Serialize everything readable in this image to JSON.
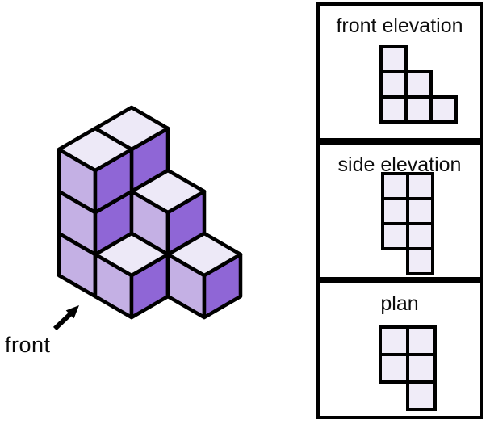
{
  "canvas": {
    "background": "#ffffff"
  },
  "isometric": {
    "label": "front",
    "cubes": [
      [
        0,
        1,
        0
      ],
      [
        0,
        1,
        1
      ],
      [
        0,
        1,
        2
      ],
      [
        0,
        0,
        0
      ],
      [
        0,
        0,
        1
      ],
      [
        0,
        0,
        2
      ],
      [
        1,
        1,
        0
      ],
      [
        1,
        1,
        1
      ],
      [
        1,
        0,
        0
      ],
      [
        2,
        1,
        0
      ]
    ],
    "colors": {
      "top": "#EDE9F7",
      "left": "#C4B0E4",
      "right": "#8F66D6",
      "stroke": "#000000"
    }
  },
  "square_fill": "#F0ECF8",
  "square_stroke": "#000000",
  "panels": [
    {
      "id": "front-elevation",
      "title": "front elevation",
      "cols": 3,
      "rows": 3,
      "cells": [
        [
          0,
          0
        ],
        [
          0,
          1
        ],
        [
          1,
          1
        ],
        [
          0,
          2
        ],
        [
          1,
          2
        ],
        [
          2,
          2
        ]
      ]
    },
    {
      "id": "side-elevation",
      "title": "side elevation",
      "cols": 2,
      "rows": 4,
      "cells": [
        [
          0,
          0
        ],
        [
          1,
          0
        ],
        [
          0,
          1
        ],
        [
          1,
          1
        ],
        [
          0,
          2
        ],
        [
          1,
          2
        ],
        [
          1,
          3
        ]
      ]
    },
    {
      "id": "plan",
      "title": "plan",
      "cols": 2,
      "rows": 3,
      "cells": [
        [
          0,
          0
        ],
        [
          1,
          0
        ],
        [
          0,
          1
        ],
        [
          1,
          1
        ],
        [
          1,
          2
        ]
      ]
    }
  ]
}
